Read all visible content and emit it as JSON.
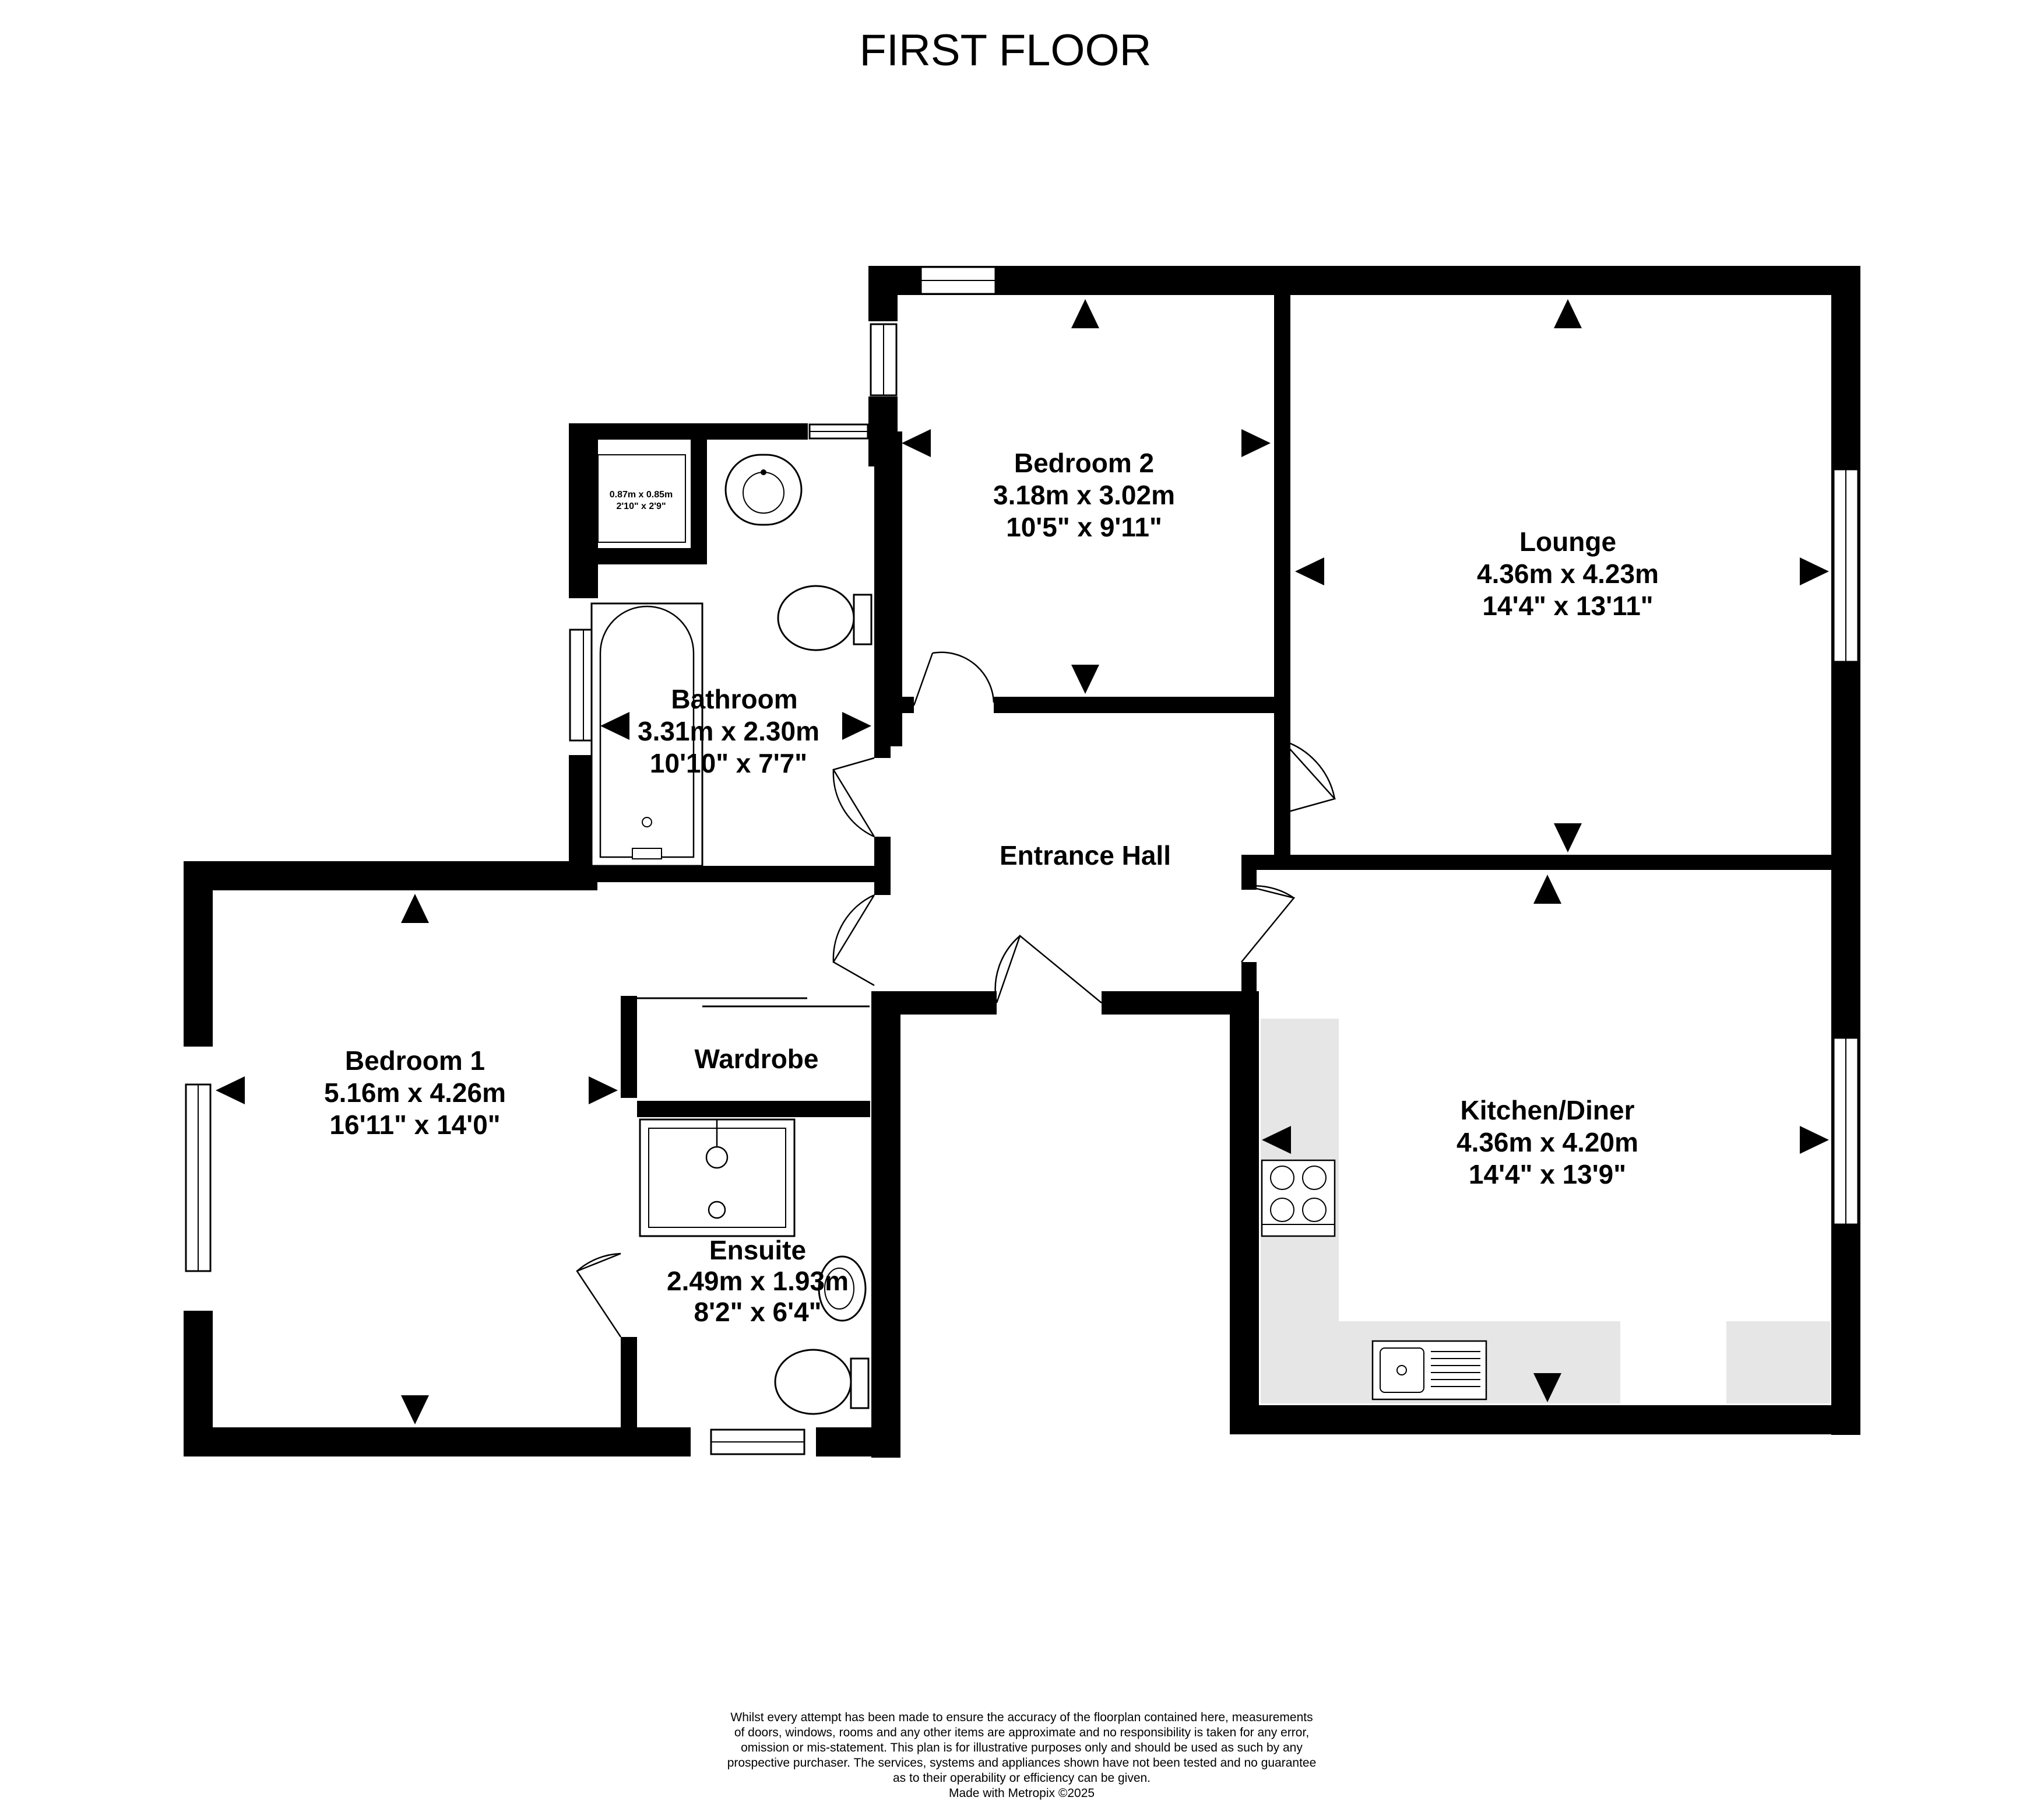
{
  "title": "FIRST FLOOR",
  "rooms": {
    "bedroom2": {
      "name": "Bedroom 2",
      "metric": "3.18m  x 3.02m",
      "imperial": "10'5\"  x 9'11\""
    },
    "lounge": {
      "name": "Lounge",
      "metric": "4.36m  x 4.23m",
      "imperial": "14'4\"  x 13'11\""
    },
    "bathroom": {
      "name": "Bathroom",
      "metric": "3.31m  x 2.30m",
      "imperial": "10'10\"  x 7'7\""
    },
    "cupboard": {
      "metric": "0.87m  x 0.85m",
      "imperial": "2'10\"  x 2'9\""
    },
    "entrance_hall": {
      "name": "Entrance Hall"
    },
    "bedroom1": {
      "name": "Bedroom 1",
      "metric": "5.16m  x 4.26m",
      "imperial": "16'11\"  x 14'0\""
    },
    "wardrobe": {
      "name": "Wardrobe"
    },
    "ensuite": {
      "name": "Ensuite",
      "metric": "2.49m  x 1.93m",
      "imperial": "8'2\"  x 6'4\""
    },
    "kitchen": {
      "name": "Kitchen/Diner",
      "metric": "4.36m  x 4.20m",
      "imperial": "14'4\"  x 13'9\""
    }
  },
  "disclaimer": [
    "Whilst every attempt has been made to ensure the accuracy of the floorplan contained here, measurements",
    "of doors, windows, rooms and any other items are approximate and no responsibility is taken for any error,",
    "omission or mis-statement. This plan is for illustrative purposes only and should be used as such by any",
    "prospective purchaser. The services, systems and appliances shown have not been tested and no guarantee",
    "as to their operability or efficiency can be given.",
    "Made with Metropix ©2025"
  ]
}
